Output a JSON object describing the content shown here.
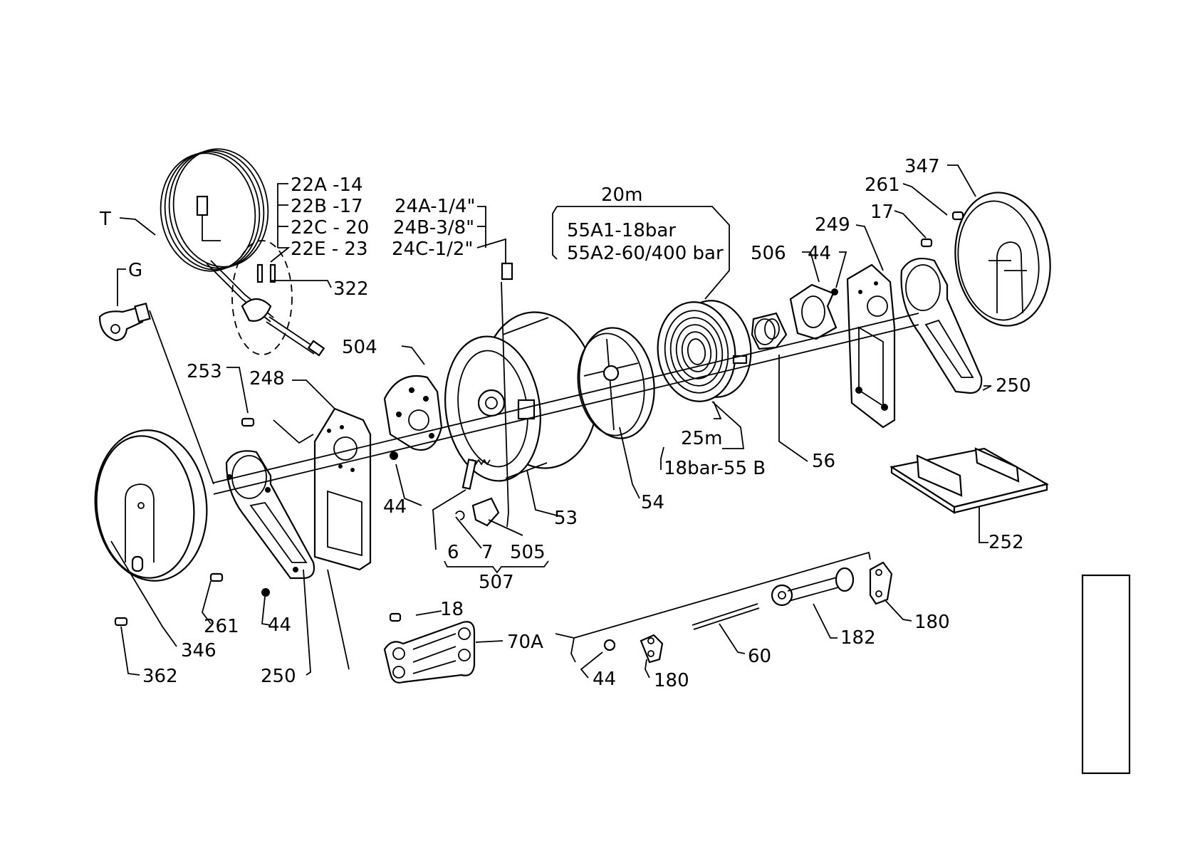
{
  "labels": {
    "T": "T",
    "G": "G",
    "p22A": "22A -14",
    "p22B": "22B -17",
    "p22C": "22C - 20",
    "p22E": "22E - 23",
    "p322": "322",
    "p24A": "24A-1/4\"",
    "p24B": "24B-3/8\"",
    "p24C": "24C-1/2\"",
    "p20m": "20m",
    "p55A1": "55A1-18bar",
    "p55A2": "55A2-60/400 bar",
    "p347": "347",
    "p261_top": "261",
    "p17": "17",
    "p249": "249",
    "p506": "506",
    "p44_top": "44",
    "p504": "504",
    "p253": "253",
    "p248": "248",
    "p250_right": "250",
    "p25m": "25m",
    "p18bar55B": "18bar-55 B",
    "p56": "56",
    "p54": "54",
    "p53": "53",
    "p44_mid": "44",
    "p6": "6",
    "p7": "7",
    "p505": "505",
    "p507": "507",
    "p252": "252",
    "p261_bot": "261",
    "p44_bot": "44",
    "p18": "18",
    "p70A": "70A",
    "p346": "346",
    "p362": "362",
    "p250_bot": "250",
    "p44_kit": "44",
    "p180_left": "180",
    "p60": "60",
    "p182": "182",
    "p180_right": "180"
  }
}
